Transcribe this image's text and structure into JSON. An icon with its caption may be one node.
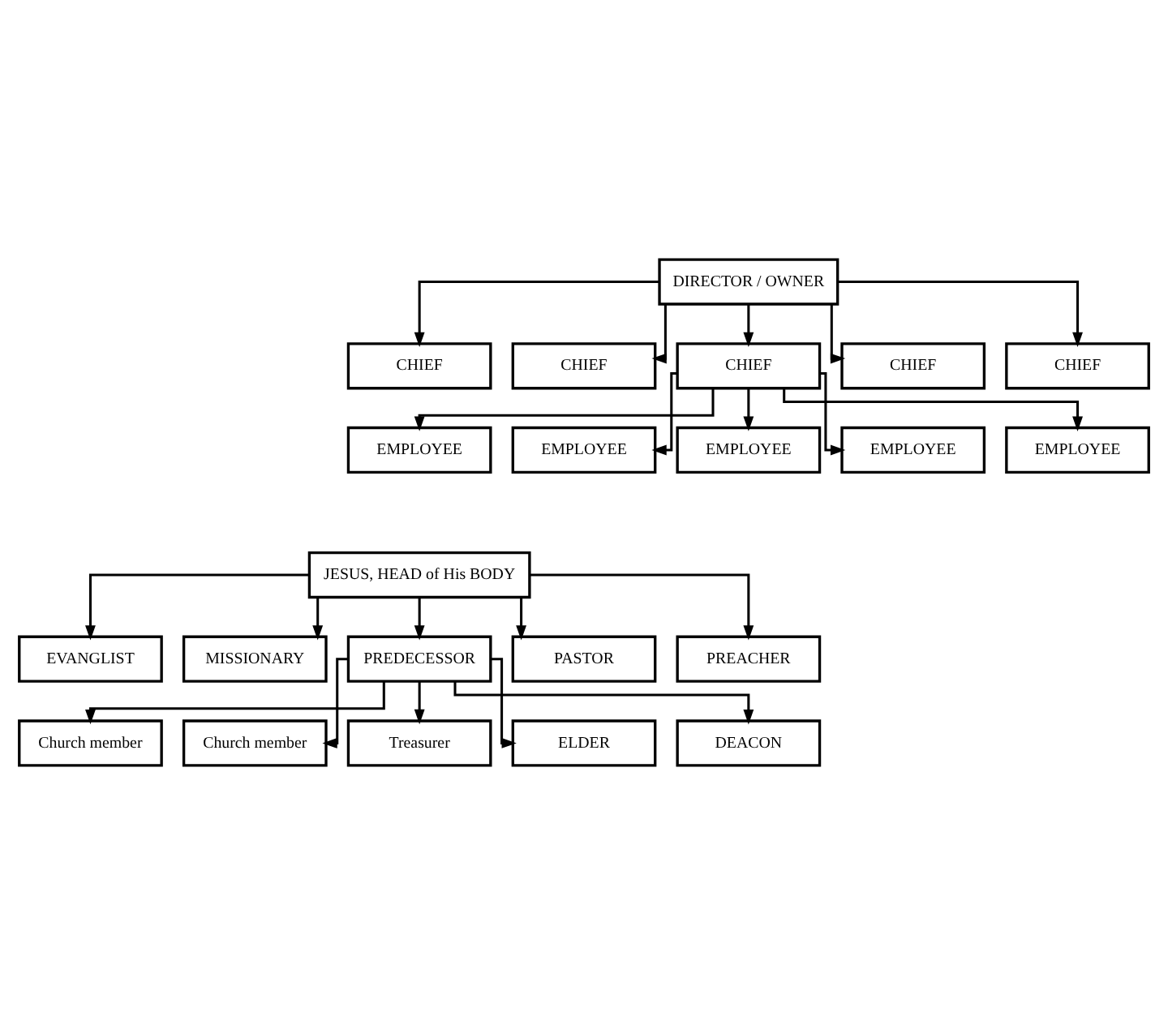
{
  "diagram": {
    "nodes": [
      {
        "text": [
          "DIRECTOR / OWNER"
        ]
      },
      {
        "text": [
          "CHIEF"
        ]
      },
      {
        "text": [
          "CHIEF"
        ]
      },
      {
        "text": [
          "CHIEF"
        ]
      },
      {
        "text": [
          "CHIEF"
        ]
      },
      {
        "text": [
          "CHIEF"
        ]
      },
      {
        "text": [
          "EMPLOYEE"
        ]
      },
      {
        "text": [
          "EMPLOYEE"
        ]
      },
      {
        "text": [
          "EMPLOYEE"
        ]
      },
      {
        "text": [
          "EMPLOYEE"
        ]
      },
      {
        "text": [
          "EMPLOYEE"
        ]
      },
      {
        "text": [
          "JESUS, HEAD of His BODY"
        ]
      },
      {
        "text": [
          "EVANGLIST"
        ]
      },
      {
        "text": [
          "MISSIONARY"
        ]
      },
      {
        "text": [
          "PREDECESSOR"
        ]
      },
      {
        "text": [
          "PASTOR"
        ]
      },
      {
        "text": [
          "PREACHER"
        ]
      },
      {
        "text": [
          "Church member"
        ]
      },
      {
        "text": [
          "Church member"
        ]
      },
      {
        "text": [
          "Treasurer"
        ]
      },
      {
        "text": [
          "ELDER"
        ]
      },
      {
        "text": [
          "DEACON"
        ]
      }
    ],
    "edges": [
      {
        "from": 0,
        "to": 1,
        "arrow": "to"
      },
      {
        "from": 0,
        "to": 2,
        "arrow": "to"
      },
      {
        "from": 0,
        "to": 3,
        "arrow": "to"
      },
      {
        "from": 0,
        "to": 4,
        "arrow": "to"
      },
      {
        "from": 0,
        "to": 5,
        "arrow": "to"
      },
      {
        "from": 3,
        "to": 6,
        "arrow": "to"
      },
      {
        "from": 3,
        "to": 7,
        "arrow": "to"
      },
      {
        "from": 3,
        "to": 8,
        "arrow": "to"
      },
      {
        "from": 3,
        "to": 9,
        "arrow": "to"
      },
      {
        "from": 3,
        "to": 10,
        "arrow": "to"
      },
      {
        "from": 11,
        "to": 12,
        "arrow": "to"
      },
      {
        "from": 11,
        "to": 13,
        "arrow": "to"
      },
      {
        "from": 11,
        "to": 14,
        "arrow": "to"
      },
      {
        "from": 11,
        "to": 15,
        "arrow": "to"
      },
      {
        "from": 11,
        "to": 16,
        "arrow": "to"
      },
      {
        "from": 14,
        "to": 17,
        "arrow": "to"
      },
      {
        "from": 14,
        "to": 18,
        "arrow": "to"
      },
      {
        "from": 14,
        "to": 19,
        "arrow": "to"
      },
      {
        "from": 14,
        "to": 20,
        "arrow": "to"
      },
      {
        "from": 14,
        "to": 21,
        "arrow": "to"
      }
    ]
  }
}
